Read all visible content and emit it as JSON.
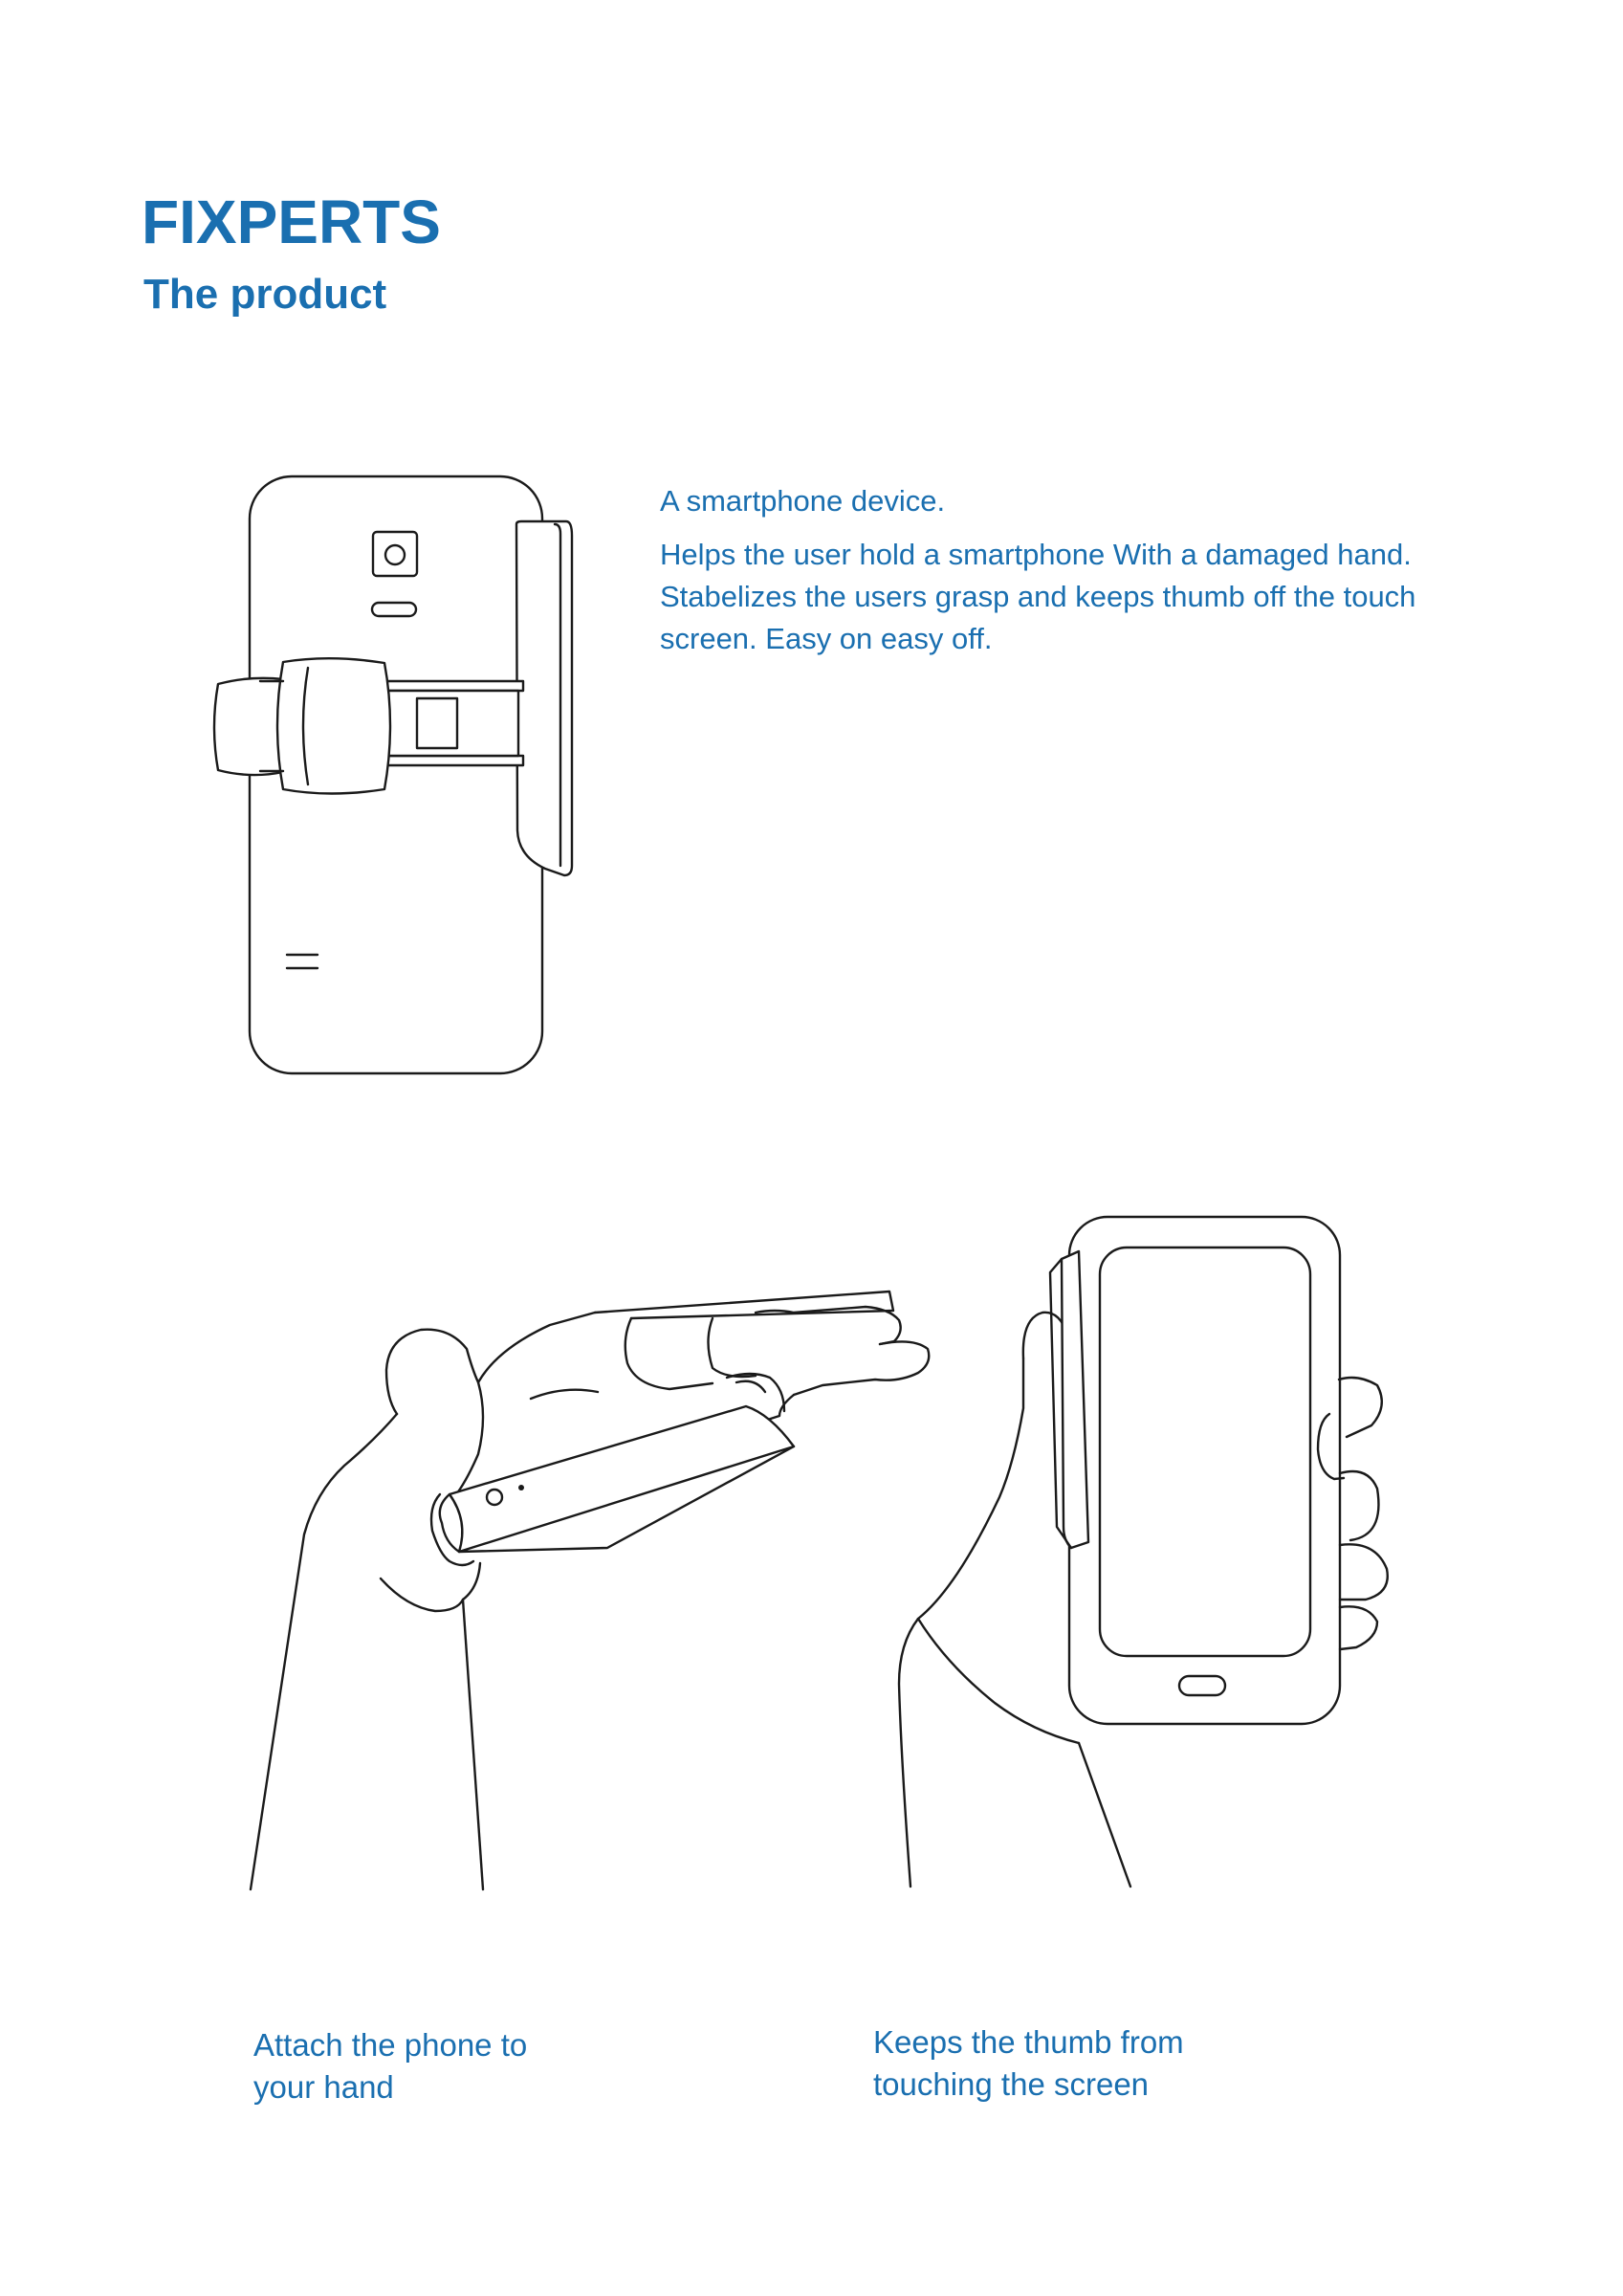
{
  "header": {
    "title": "FIXPERTS",
    "subtitle": "The product"
  },
  "description": {
    "line1": "A smartphone device.",
    "line2": "Helps the user hold a smartphone With a damaged hand.",
    "line3": "Stabelizes the users grasp and keeps thumb off the touch",
    "line4": "screen. Easy on easy off."
  },
  "captions": {
    "left_line1": "Attach the phone to",
    "left_line2": "your hand",
    "right_line1": "Keeps the thumb from",
    "right_line2": "touching the screen"
  },
  "colors": {
    "text": "#1a6fb0",
    "line": "#1a1a1a",
    "background": "#ffffff"
  }
}
